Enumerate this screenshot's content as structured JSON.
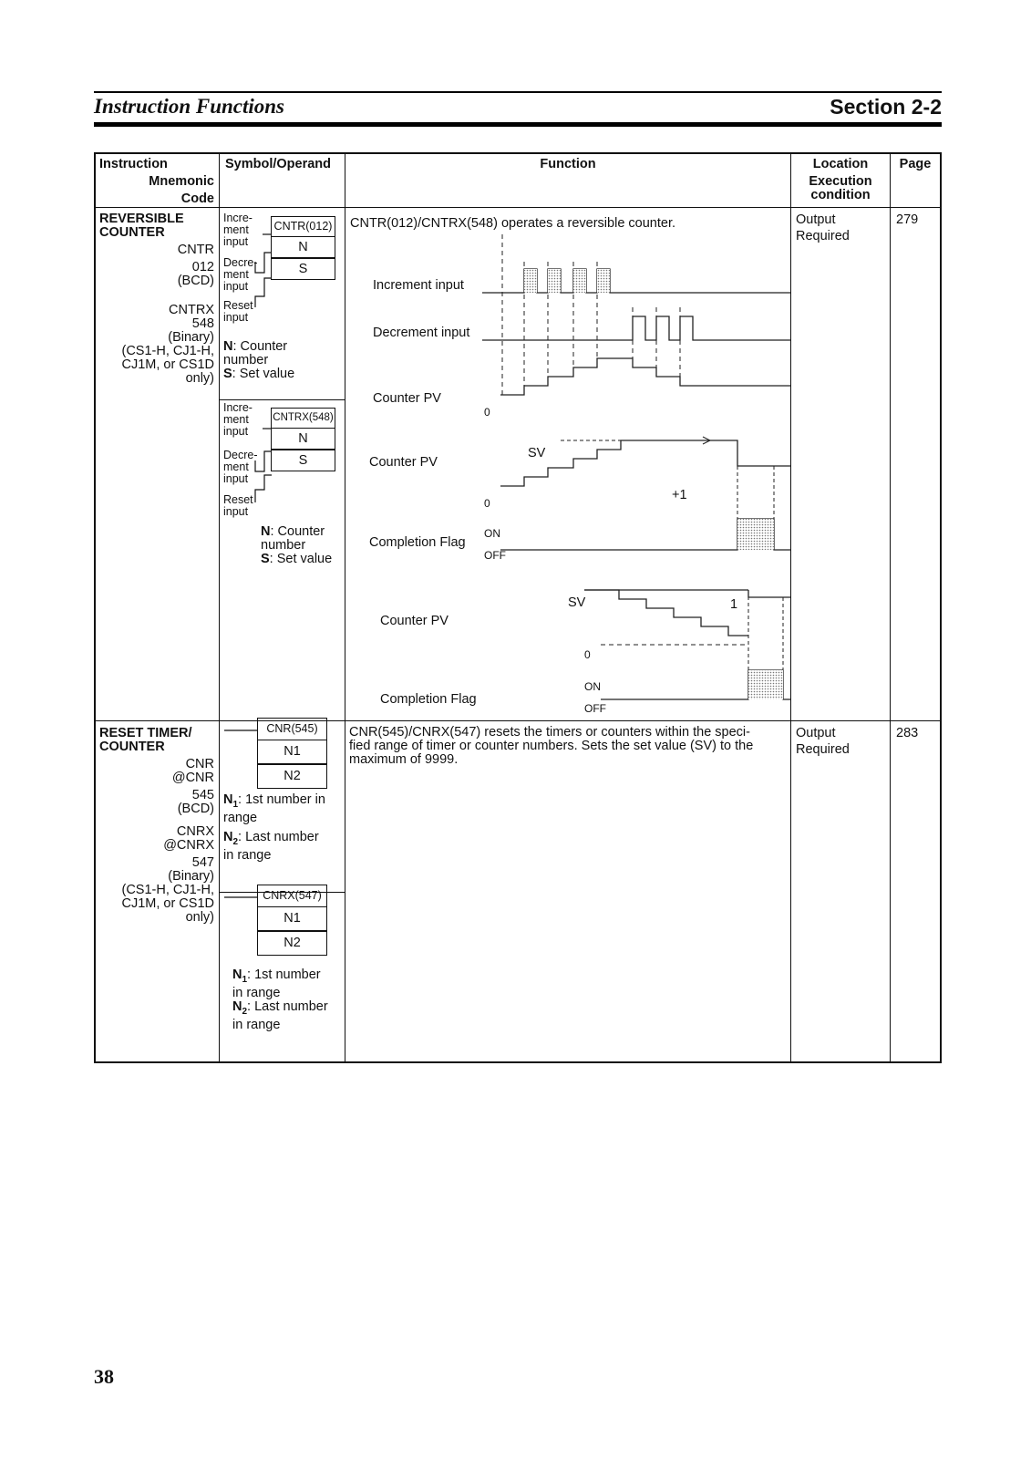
{
  "header": {
    "title": "Instruction Functions",
    "section": "Section 2-2"
  },
  "page_number": "38",
  "columns": {
    "col1": [
      "Instruction",
      "Mnemonic",
      "Code"
    ],
    "col2": "Symbol/Operand",
    "col3": "Function",
    "col4": [
      "Location",
      "Execution",
      "condition"
    ],
    "col5": "Page"
  },
  "row1": {
    "name": [
      "REVERSIBLE",
      "COUNTER"
    ],
    "mnemonic_lines": [
      "CNTR",
      "012",
      "(BCD)",
      "",
      "CNTRX",
      "548",
      "(Binary)",
      "(CS1-H, CJ1-H,",
      "CJ1M, or CS1D",
      "only)"
    ],
    "symbol1": {
      "box_label": "CNTR(012)",
      "operand_n": "N",
      "operand_s": "S",
      "inc": [
        "Incre-",
        "ment",
        "input"
      ],
      "dec": [
        "Decre-",
        "ment",
        "input"
      ],
      "reset": [
        "Reset",
        "input"
      ],
      "legend_n_key": "N",
      "legend_n_text": ": Counter",
      "legend_n_text2": "number",
      "legend_s_key": "S",
      "legend_s_text": ": Set value"
    },
    "symbol2": {
      "box_label": "CNTRX(548)",
      "operand_n": "N",
      "operand_s": "S",
      "inc": [
        "Incre-",
        "ment",
        "input"
      ],
      "dec": [
        "Decre-",
        "ment",
        "input"
      ],
      "reset": [
        "Reset",
        "input"
      ],
      "legend_n_key": "N",
      "legend_n_text": ": Counter",
      "legend_n_text2": "number",
      "legend_s_key": "S",
      "legend_s_text": ": Set value"
    },
    "function_text": "CNTR(012)/CNTRX(548) operates a reversible counter.",
    "diagram1": {
      "increment_label": "Increment input",
      "decrement_label": "Decrement input",
      "pv_label": "Counter PV",
      "zero": "0"
    },
    "diagram2": {
      "pv_label": "Counter PV",
      "sv": "SV",
      "plus1": "+1",
      "zero": "0",
      "flag_label": "Completion Flag",
      "on": "ON",
      "off": "OFF"
    },
    "diagram3": {
      "pv_label": "Counter PV",
      "sv": "SV",
      "one": "1",
      "zero": "0",
      "flag_label": "Completion Flag",
      "on": "ON",
      "off": "OFF"
    },
    "location": [
      "Output",
      "Required"
    ],
    "page": "279"
  },
  "row2": {
    "name": [
      "RESET TIMER/",
      "COUNTER"
    ],
    "mnemonic_lines": [
      "CNR",
      "@CNR",
      "545",
      "(BCD)",
      "",
      "CNRX",
      "@CNRX",
      "547",
      "(Binary)",
      "(CS1-H, CJ1-H,",
      "CJ1M, or CS1D",
      "only)"
    ],
    "symbol1": {
      "box_label": "CNR(545)",
      "op1": "N1",
      "op2": "N2"
    },
    "legend1": {
      "n1_key": "N",
      "n1_sub": "1",
      "n1_text": ": 1st number in",
      "n1_text2": "range",
      "n2_key": "N",
      "n2_sub": "2",
      "n2_text": ": Last number",
      "n2_text2": "in range"
    },
    "symbol2": {
      "box_label": "CNRX(547)",
      "op1": "N1",
      "op2": "N2"
    },
    "legend2": {
      "n1_key": "N",
      "n1_sub": "1",
      "n1_text": ": 1st number",
      "n1_text2": "in range",
      "n2_key": "N",
      "n2_sub": "2",
      "n2_text": ": Last number",
      "n2_text2": "in range"
    },
    "function_text": [
      "CNR(545)/CNRX(547) resets the timers or counters within the speci-",
      "fied range of timer or counter numbers. Sets the set value (SV) to the",
      "maximum of 9999."
    ],
    "location": [
      "Output",
      "Required"
    ],
    "page": "283"
  }
}
